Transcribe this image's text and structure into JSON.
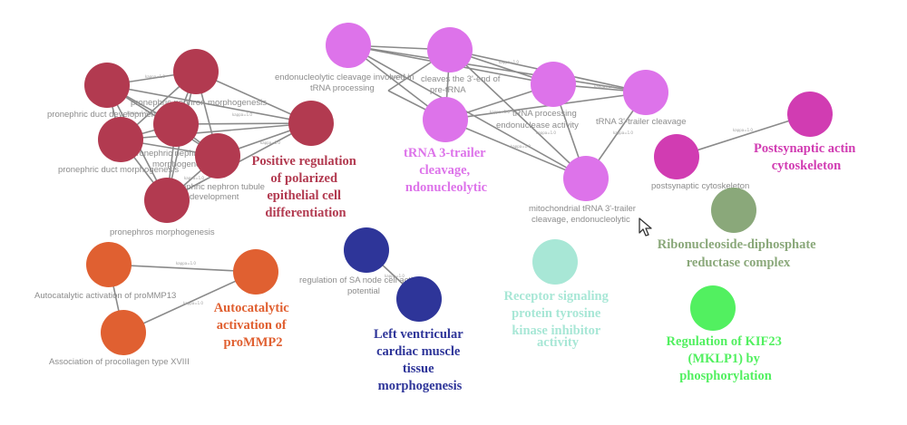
{
  "colors": {
    "pronephric": "#b23a50",
    "trna": "#dd73ea",
    "postsynaptic": "#d13cb2",
    "ribonucleoside": "#8aa87a",
    "receptor": "#a8e7d6",
    "sa_node": "#2e3599",
    "kif23": "#52f060",
    "prommp2": "#e06031",
    "edge": "#8a8a8a",
    "node_label": "#8c8c8c"
  },
  "cluster_titles": {
    "pronephric": [
      "Positive regulation",
      "of polarized",
      "epithelial cell",
      "differentiation"
    ],
    "trna": [
      "tRNA 3-trailer",
      "cleavage,",
      "ndonucleolytic"
    ],
    "postsynaptic": [
      "Postsynaptic actin",
      "cytoskeleton"
    ],
    "ribonucleoside": [
      "Ribonucleoside-diphosphate",
      "reductase complex"
    ],
    "receptor": [
      "Receptor signaling",
      "protein tyrosine",
      "kinase inhibitor",
      "activity"
    ],
    "sa_node": [
      "Left ventricular",
      "cardiac muscle",
      "tissue",
      "morphogenesis"
    ],
    "kif23": [
      "Regulation of KIF23",
      "(MKLP1) by",
      "phosphorylation"
    ],
    "prommp2": [
      "Autocatalytic",
      "activation of",
      "proMMP2"
    ]
  },
  "node_labels": {
    "duct_dev": "pronephric duct development",
    "nephron_morph": "pronephric nephron morphogenesis",
    "duct_morph": "pronephric duct morphogenesis",
    "nephron_tubule": "pronephric nephron tubule",
    "tubule_morph": "morphogenesis",
    "tubule_dev_1": "pronephric nephron tubule",
    "tubule_dev_2": "development",
    "pronephros_morph": "pronephros morphogenesis",
    "endo_cleavage_1": "endonucleolytic cleavage involved in",
    "endo_cleavage_2": "tRNA processing",
    "cleaves_1": "cleaves the 3'-end of",
    "cleaves_2": "pre-tRNA",
    "trna_proc_1": "tRNA processing",
    "trna_proc_2": "endonuclease activity",
    "trailer_cleavage": "tRNA 3'-trailer cleavage",
    "mito_1": "mitochondrial tRNA 3'-trailer",
    "mito_2": "cleavage, endonucleolytic",
    "postsyn": "postsynaptic cytoskeleton",
    "sa_1": "regulation of SA node cell action",
    "sa_2": "potential",
    "prommp13": "Autocatalytic activation of proMMP13",
    "procollagen": "Association of procollagen type XVIII"
  },
  "edge_label": "kappa=1.0"
}
